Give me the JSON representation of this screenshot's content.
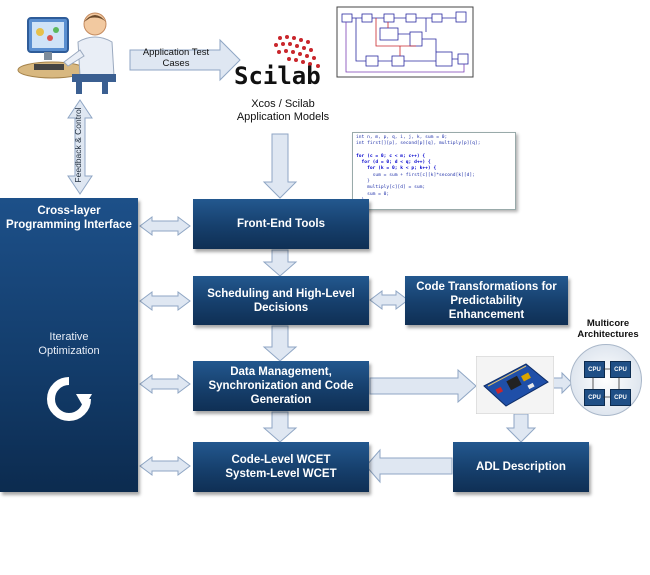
{
  "user_figure": {
    "icon": "user-at-computer-icon"
  },
  "app_test_cases": "Application Test\nCases",
  "scilab_logo": "Scilab",
  "xcos_caption_line1": "Xcos / Scilab",
  "xcos_caption_line2": "Application Models",
  "feedback_label": "Feedback & Control",
  "code_lines": [
    "int n, m, p, q, i, j, k, sum = 0;",
    "int first[][p], second[p][q], multiply[p][q];",
    "",
    "for (c = 0; c < m; c++) {",
    "  for (d = 0; d < q; d++) {",
    "    for (k = 0; k < p; k++) {",
    "      sum = sum + first[c][k]*second[k][d];",
    "    }",
    "    multiply[c][d] = sum;",
    "    sum = 0;",
    "  }",
    "}"
  ],
  "sidebar": {
    "title": "Cross-layer\nProgramming Interface",
    "iterative": "Iterative\nOptimization",
    "icon": "refresh-cycle-icon"
  },
  "boxes": {
    "front_end": "Front-End Tools",
    "scheduling": "Scheduling and High-Level\nDecisions",
    "code_transform": "Code Transformations for\nPredictability\nEnhancement",
    "data_mgmt": "Data Management,\nSynchronization and Code\nGeneration",
    "wcet": "Code-Level WCET\nSystem-Level WCET",
    "adl": "ADL Description"
  },
  "multicore": {
    "title": "Multicore\nArchitectures",
    "cpus": [
      "CPU",
      "CPU",
      "CPU",
      "CPU"
    ]
  },
  "colors": {
    "box_dark": "#163f6c",
    "arrow_fill": "#dfe7f2",
    "arrow_stroke": "#8fa6c4",
    "accent_red": "#c9262c"
  }
}
